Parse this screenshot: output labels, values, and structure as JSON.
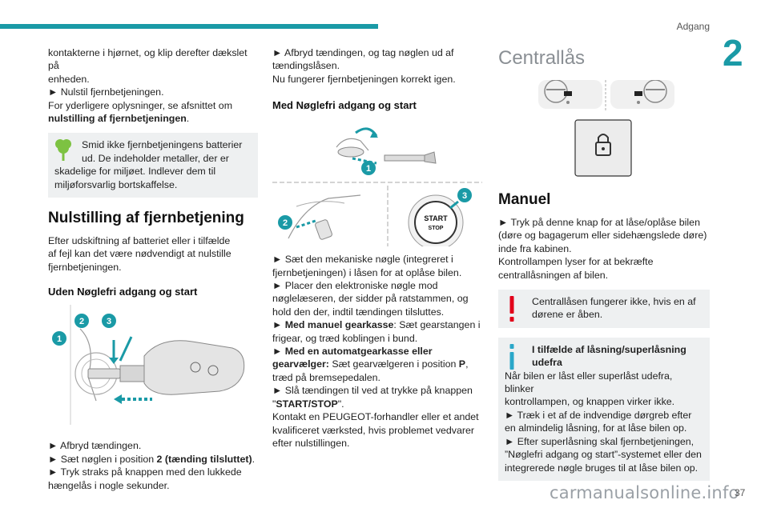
{
  "header": {
    "section": "Adgang",
    "chapter": "2",
    "page_number": "37",
    "watermark": "carmanualsonline.info"
  },
  "col1": {
    "intro_lines": [
      "kontakterne i hjørnet, og klip derefter dækslet på",
      "enheden.",
      "► Nulstil fjernbetjeningen.",
      "For yderligere oplysninger, se afsnittet om"
    ],
    "intro_bold": "nulstilling af fjernbetjeningen",
    "intro_end": ".",
    "eco_note": [
      "Smid ikke fjernbetjeningens batterier",
      "ud. De indeholder metaller, der er",
      "skadelige for miljøet. Indlever dem til",
      "miljøforsvarlig bortskaffelse."
    ],
    "heading": "Nulstilling af fjernbetjening",
    "heading_text": [
      "Efter udskiftning af batteriet eller i tilfælde",
      "af fejl kan det være nødvendigt at nulstille",
      "fjernbetjeningen."
    ],
    "subheading": "Uden Nøglefri adgang og start",
    "fig_labels": [
      "1",
      "2",
      "3"
    ],
    "steps_a": "► Afbryd tændingen.",
    "steps_b_pre": "► Sæt nøglen i position ",
    "steps_b_bold": "2 (tænding tilsluttet)",
    "steps_b_end": ".",
    "steps_c": [
      "► Tryk straks på knappen med den lukkede",
      "hængelås i nogle sekunder."
    ]
  },
  "col2": {
    "top_lines": [
      "► Afbryd tændingen, og tag nøglen ud af",
      "tændingslåsen.",
      "Nu fungerer fjernbetjeningen korrekt igen."
    ],
    "subheading": "Med Nøglefri adgang og start",
    "fig_labels": [
      "1",
      "2",
      "3"
    ],
    "start_btn_top": "START",
    "start_btn_bottom": "STOP",
    "l1": "► Sæt den mekaniske nøgle (integreret i",
    "l2": "fjernbetjeningen) i låsen for at oplåse bilen.",
    "l3": "► Placer den elektroniske nøgle mod",
    "l4": "nøglelæseren, der sidder på ratstammen, og",
    "l5": "hold den der, indtil tændingen tilsluttes.",
    "l6_bold": "► Med manuel gearkasse",
    "l6_end": ": Sæt gearstangen i",
    "l7": "frigear, og træd koblingen i bund.",
    "l8_bold": "► Med en automatgearkasse eller",
    "l9_bold": "gearvælger:",
    "l9_mid": " Sæt gearvælgeren i position ",
    "l9_p": "P",
    "l9_end": ",",
    "l10": "træd på bremsepedalen.",
    "l11": "► Slå tændingen til ved at trykke på knappen",
    "l12_q1": "\"",
    "l12_bold": "START/STOP",
    "l12_end": "\".",
    "l13": "Kontakt en PEUGEOT-forhandler eller et andet",
    "l14": "kvalificeret værksted, hvis problemet vedvarer",
    "l15": "efter nulstillingen."
  },
  "col3": {
    "title": "Centrallås",
    "heading": "Manuel",
    "manuel_lines": [
      "► Tryk på denne knap for at låse/oplåse bilen",
      "(døre og bagagerum eller sidehængslede døre)",
      "inde fra kabinen.",
      "Kontrollampen lyser for at bekræfte",
      "centrallåsningen af bilen."
    ],
    "warning_note": [
      "Centrallåsen fungerer ikke, hvis en af",
      "dørene er åben."
    ],
    "info_bold_1": "I tilfælde af låsning/superlåsning",
    "info_bold_2": "udefra",
    "info_lines": [
      "Når bilen er låst eller superlåst udefra, blinker",
      "kontrollampen, og knappen virker ikke.",
      "► Træk i et af de indvendige dørgreb efter",
      "en almindelig låsning, for at låse bilen op.",
      "► Efter superlåsning skal fjernbetjeningen,",
      "”Nøglefri adgang og start”-systemet eller den",
      "integrerede nøgle bruges til at låse bilen op."
    ]
  },
  "colors": {
    "accent": "#1a9aa6",
    "note_bg": "#eef0f1",
    "eco_green": "#7dc242",
    "warning_red": "#e2001a",
    "info_cyan": "#2aa7c9"
  }
}
